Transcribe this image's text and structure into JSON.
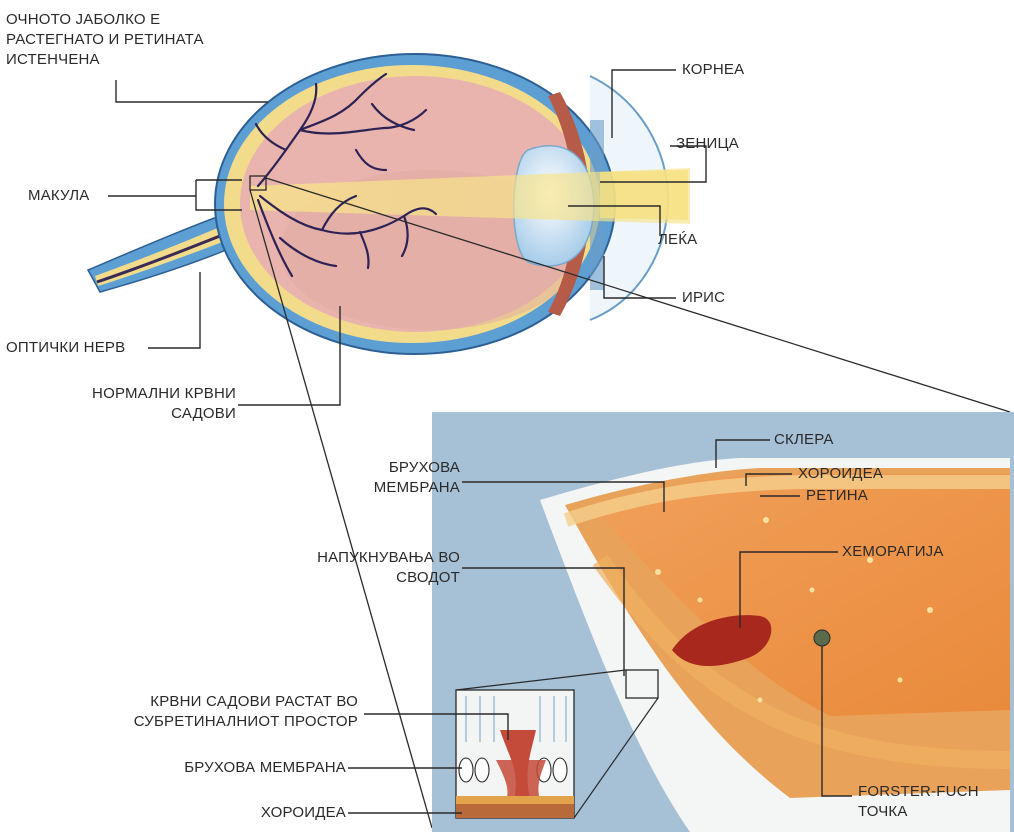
{
  "labels": {
    "eyeball": [
      "ОЧНОТО ЈАБОЛКО Е",
      "РАСТЕГНАТО И РЕТИНАТА",
      "ИСТЕНЧЕНА"
    ],
    "macula": "МАКУЛА",
    "optic_nerve": "ОПТИЧКИ НЕРВ",
    "vessels": [
      "НОРМАЛНИ КРВНИ",
      "САДОВИ"
    ],
    "cornea": "КОРНЕА",
    "pupil": "ЗЕНИЦА",
    "lens": "ЛЕЌА",
    "iris": "ИРИС",
    "sclera": "СКЛЕРА",
    "choroid_right": "ХОРОИДЕА",
    "retina": "РЕТИНА",
    "bruch_top": [
      "БРУХОВА",
      "МЕМБРАНА"
    ],
    "cracks": [
      "НАПУКНУВАЊА ВО",
      "СВОДОТ"
    ],
    "hemorrhage": "ХЕМОРАГИЈА",
    "new_vessels": [
      "КРВНИ САДОВИ РАСТАТ ВО",
      "СУБРЕТИНАЛНИОТ ПРОСТОР"
    ],
    "bruch_bottom": "БРУХОВА МЕМБРАНА",
    "choroid_bottom": "ХОРОИДЕА",
    "forster": [
      "FORSTER-FUCH",
      "ТОЧКА"
    ]
  },
  "colors": {
    "sclera_outer": "#5e9fd3",
    "choroid_band": "#f2dc8c",
    "retina_interior": "#e8b4ad",
    "lens": "#cfe6f6",
    "panel_bg": "#a6c1d6",
    "retina_orange": "#e08a3a",
    "hemorrhage": "#a8281e",
    "vessels": "#2d2255"
  }
}
